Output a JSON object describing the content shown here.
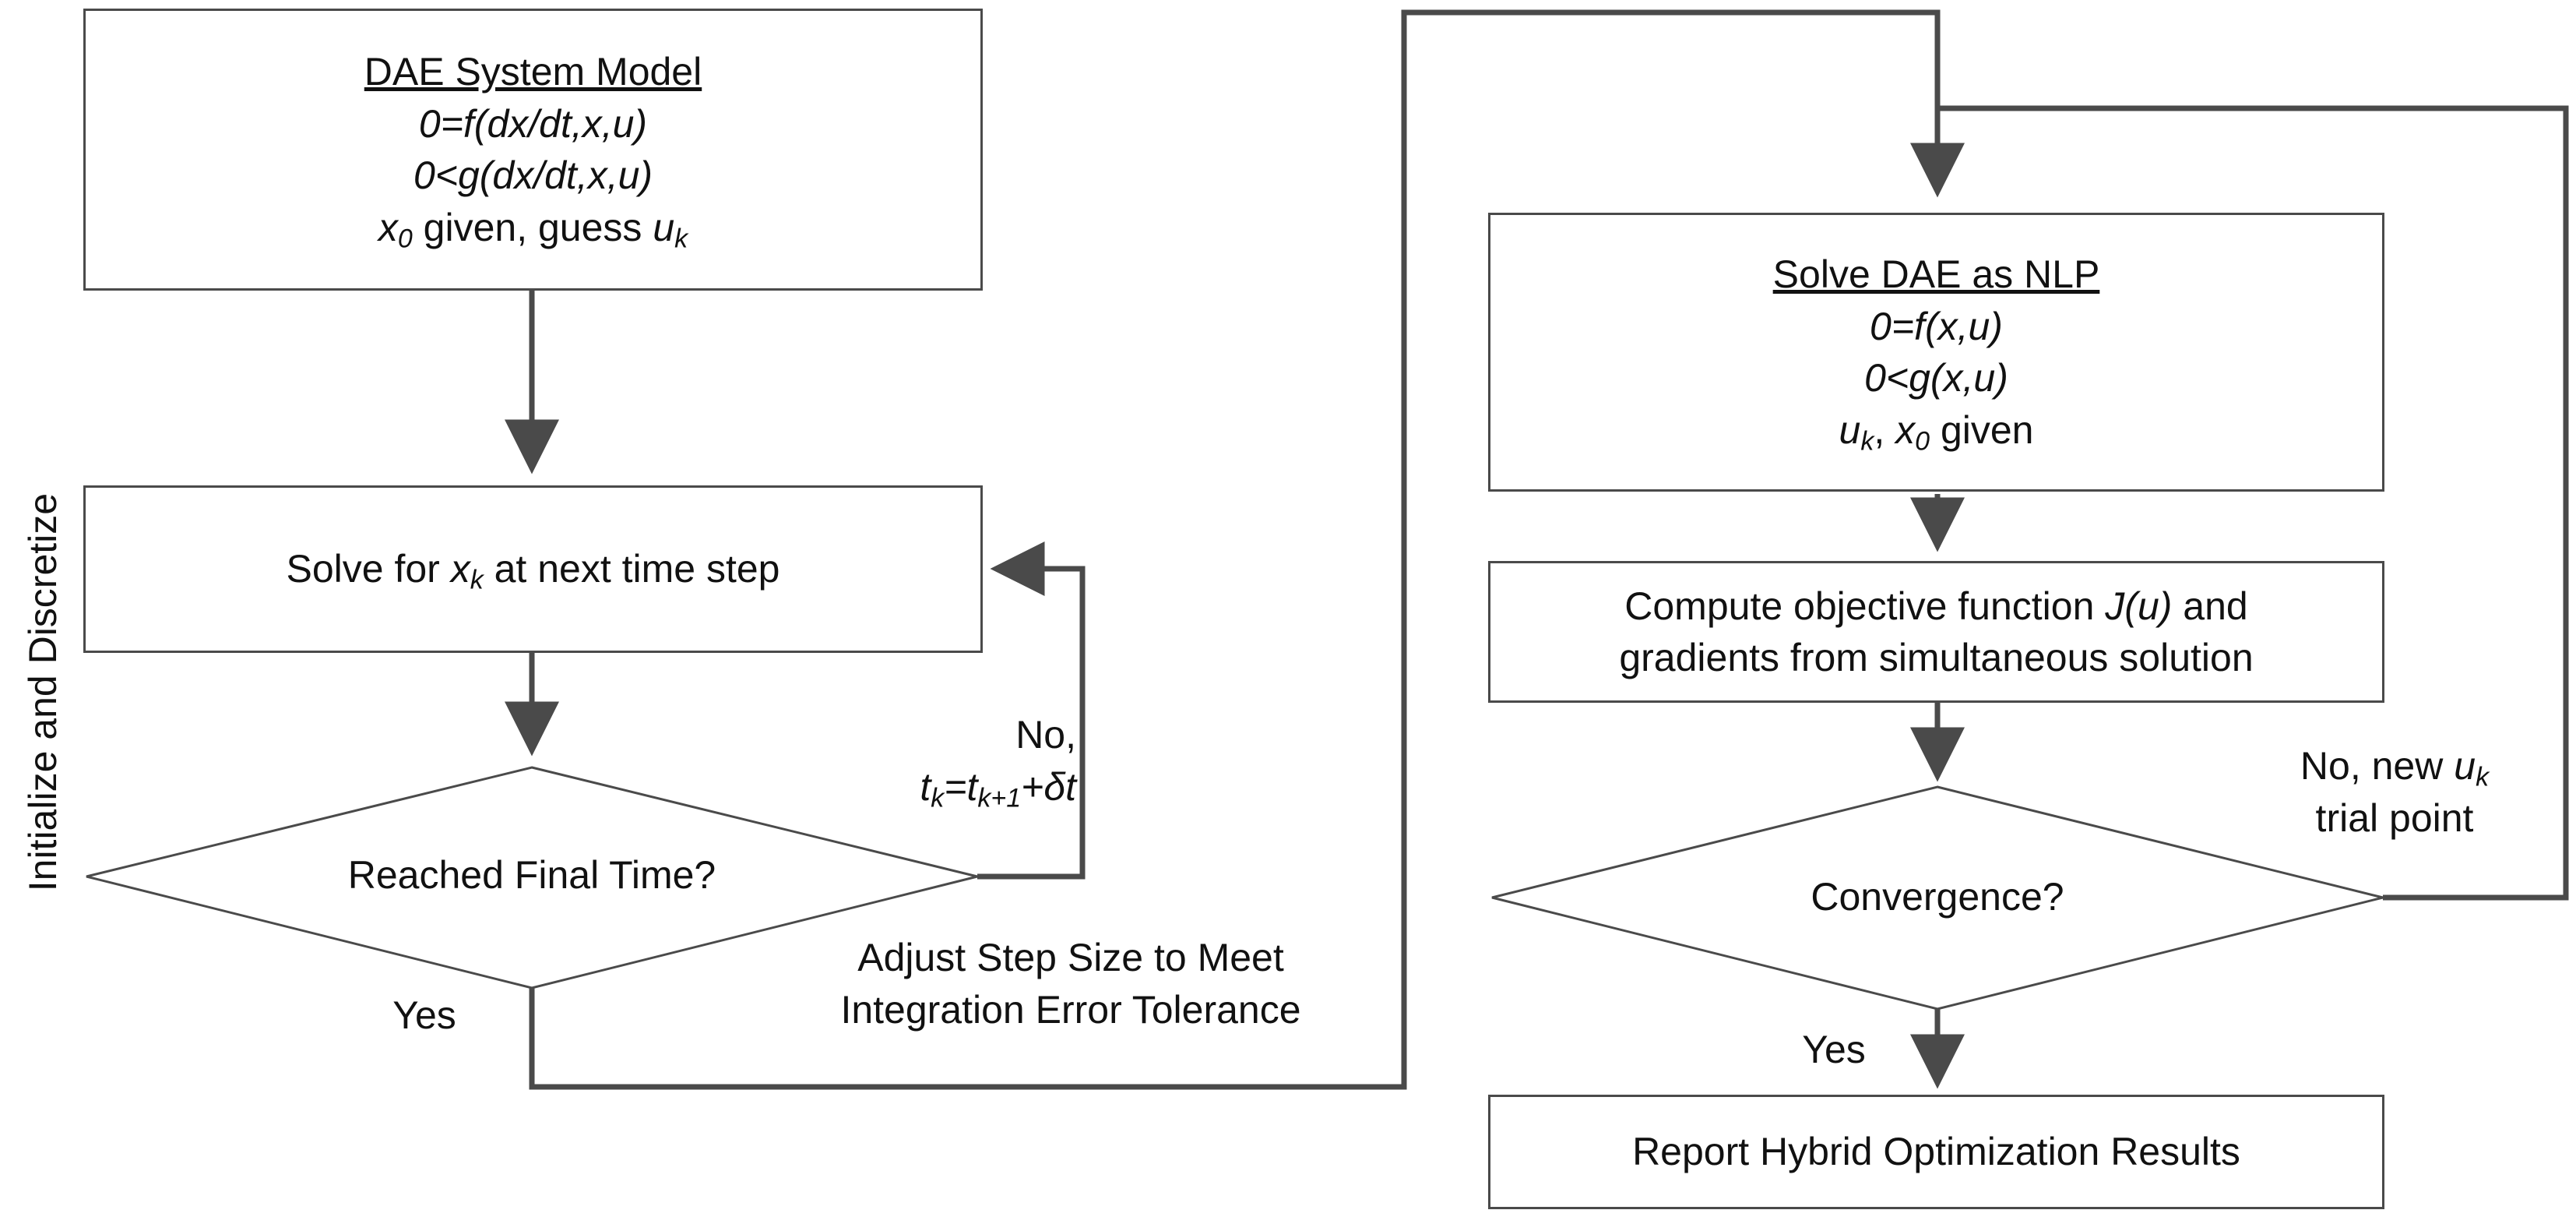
{
  "side_label": "Initialize and Discretize",
  "left": {
    "model_box": {
      "title": "DAE System Model",
      "eq1": "0=f(dx/dt,x,u)",
      "eq2": "0<g(dx/dt,x,u)",
      "given_x": "x",
      "given_x_sub": "0",
      "given_text": " given, guess ",
      "guess_u": "u",
      "guess_u_sub": "k"
    },
    "solve_box": {
      "prefix": "Solve for ",
      "var": "x",
      "var_sub": "k",
      "suffix": " at next time step"
    },
    "decision": {
      "text": "Reached Final Time?"
    },
    "no_label": {
      "line1": "No,",
      "t": "t",
      "t_sub": "k",
      "eq": "=t",
      "t2_sub": "k+1",
      "plus": "+δt"
    },
    "yes_label": "Yes",
    "adjust_label": {
      "line1": "Adjust Step Size to Meet",
      "line2": "Integration Error Tolerance"
    }
  },
  "right": {
    "nlp_box": {
      "title": "Solve DAE as NLP",
      "eq1": "0=f(x,u)",
      "eq2": "0<g(x,u)",
      "u": "u",
      "u_sub": "k",
      "mid": ", ",
      "x": "x",
      "x_sub": "0",
      "given": " given"
    },
    "objective_box": {
      "prefix": "Compute objective function ",
      "func": "J(u)",
      "suffix": " and",
      "line2": "gradients from simultaneous solution"
    },
    "decision": {
      "text": "Convergence?"
    },
    "no_label": {
      "prefix": "No, new ",
      "u": "u",
      "u_sub": "k",
      "line2": "trial point"
    },
    "yes_label": "Yes",
    "report_box": {
      "text": "Report Hybrid Optimization Results"
    }
  },
  "colors": {
    "stroke": "#4a4a4a",
    "text": "#111111",
    "background": "#ffffff"
  }
}
